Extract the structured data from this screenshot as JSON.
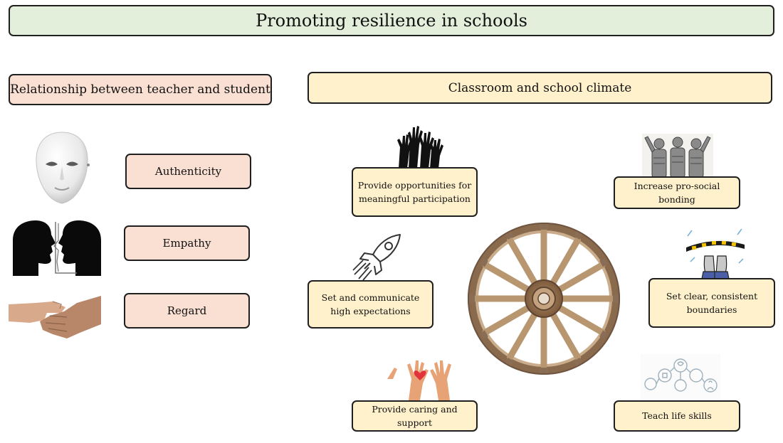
{
  "title": "Promoting resilience in schools",
  "relationship": {
    "heading": "Relationship between teacher and student",
    "items": [
      {
        "label": "Authenticity",
        "icon": "mask-icon"
      },
      {
        "label": "Empathy",
        "icon": "facing-profiles-icon"
      },
      {
        "label": "Regard",
        "icon": "holding-hands-icon"
      }
    ]
  },
  "climate": {
    "heading": "Classroom and school climate",
    "center_icon": "wagon-wheel-icon",
    "strategies": [
      {
        "label": "Provide opportunities for meaningful participation",
        "icon": "raised-hands-icon"
      },
      {
        "label": "Increase pro-social bonding",
        "icon": "group-hug-icon"
      },
      {
        "label": "Set and communicate high expectations",
        "icon": "rocket-icon"
      },
      {
        "label": "Set clear, consistent boundaries",
        "icon": "boundary-line-icon"
      },
      {
        "label": "Provide caring and support",
        "icon": "handprint-heart-icon"
      },
      {
        "label": "Teach life skills",
        "icon": "life-skills-icon"
      }
    ]
  },
  "colors": {
    "title_bg": "#e3efdb",
    "relationship_bg": "#f9e0d3",
    "climate_bg": "#fff1cc",
    "border": "#1f1f1f"
  }
}
